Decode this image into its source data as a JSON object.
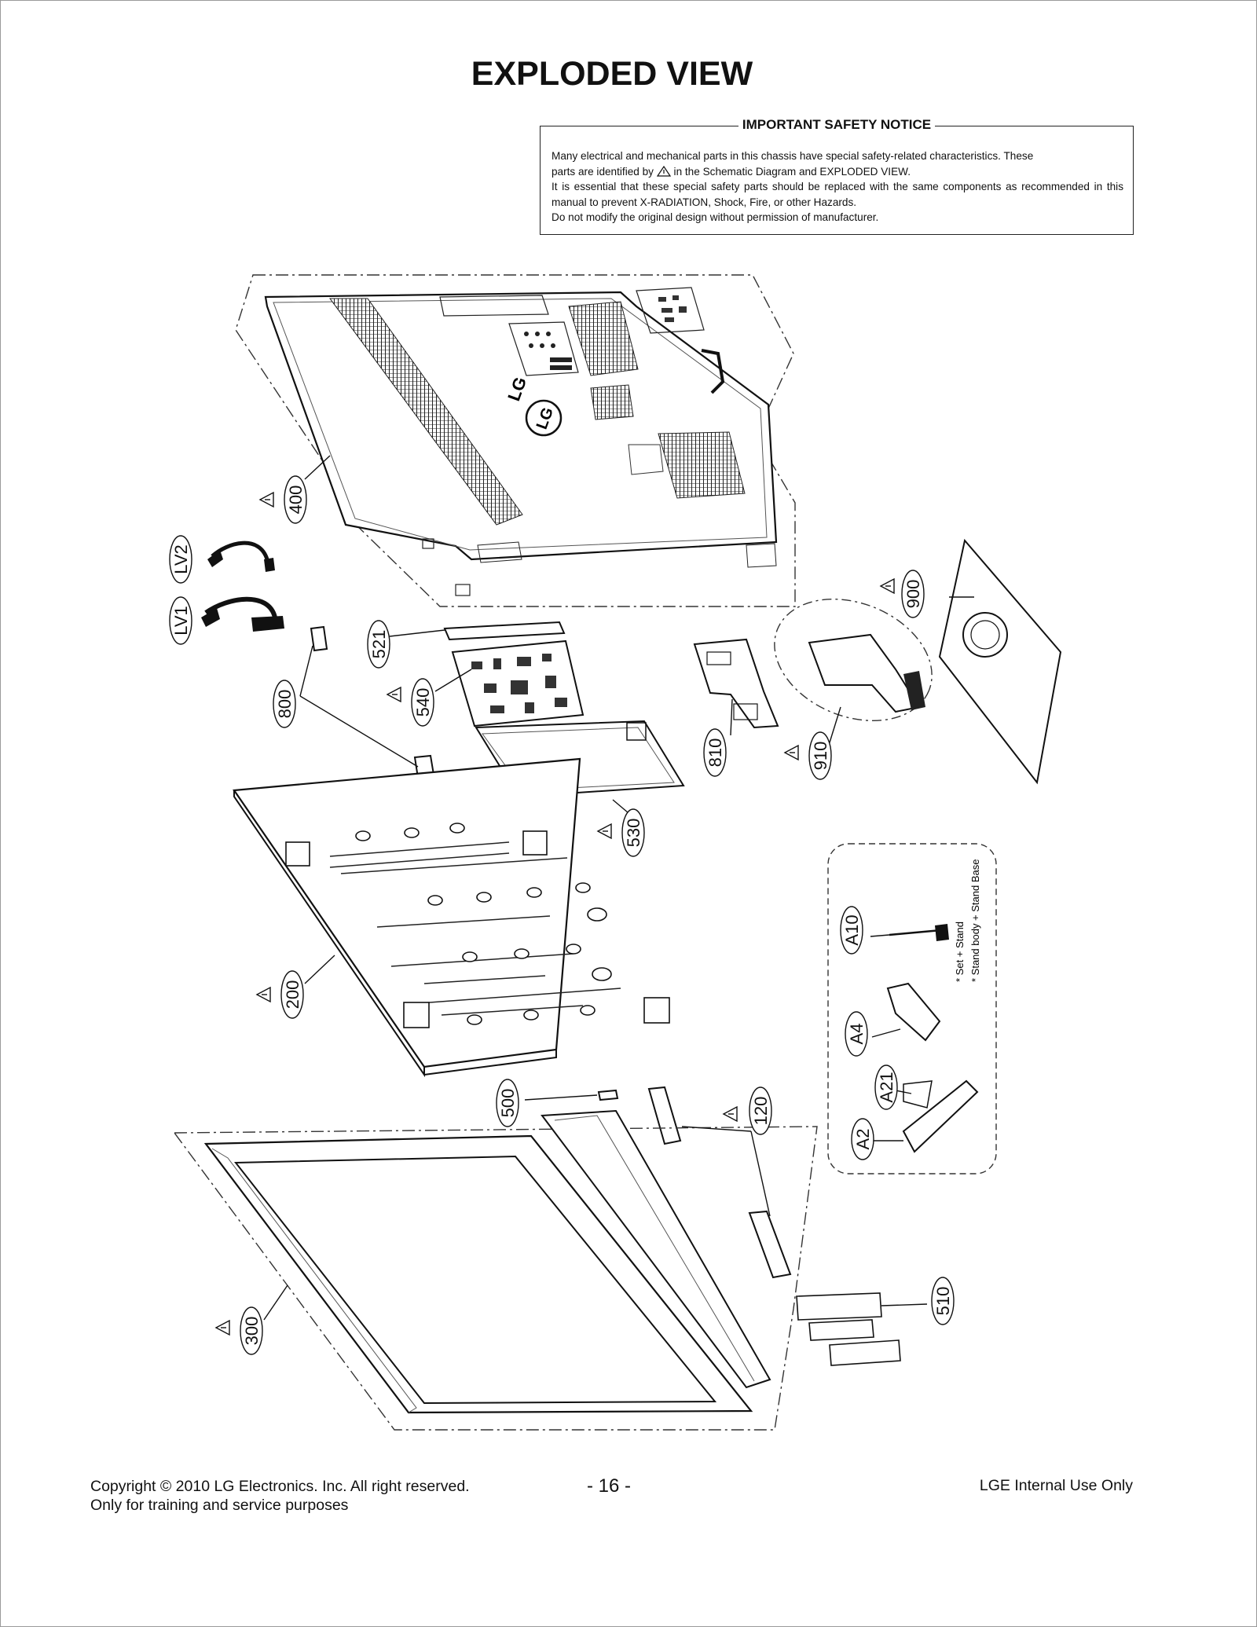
{
  "title": "EXPLODED VIEW",
  "notice": {
    "heading": "IMPORTANT SAFETY NOTICE",
    "line1": "Many electrical and mechanical parts in this chassis have special safety-related characteristics. These",
    "line2a": "parts are identified by",
    "line2b": "in the Schematic Diagram and EXPLODED VIEW.",
    "line3": "It is essential that these special safety parts should be replaced with the same components as recommended in this manual to prevent X-RADIATION, Shock, Fire, or other Hazards.",
    "line4": "Do not modify the original design without permission of manufacturer."
  },
  "parts": {
    "p400": "400",
    "lv2": "LV2",
    "lv1": "LV1",
    "p521": "521",
    "p540": "540",
    "p800": "800",
    "p810": "810",
    "p910": "910",
    "p900": "900",
    "p530": "530",
    "p200": "200",
    "p500": "500",
    "p120": "120",
    "p300": "300",
    "p510": "510",
    "a10": "A10",
    "a4": "A4",
    "a21": "A21",
    "a2": "A2"
  },
  "stand_note": {
    "line1": "* Set + Stand",
    "line2": "* Stand body + Stand Base"
  },
  "footer": {
    "copyright": "Copyright © 2010 LG Electronics. Inc. All right reserved.",
    "purpose": "Only for training and service purposes",
    "page": "- 16 -",
    "internal": "LGE Internal Use Only"
  },
  "icons": {
    "warning": "warning-triangle-icon",
    "logo": "lg-logo-icon"
  }
}
